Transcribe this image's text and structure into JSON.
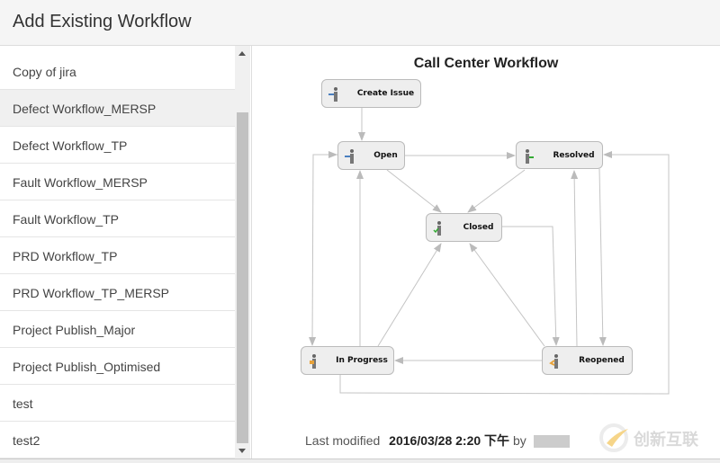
{
  "header": {
    "title": "Add Existing Workflow"
  },
  "workflows": [
    {
      "label": "Copy of jira",
      "selected": false
    },
    {
      "label": "Defect Workflow_MERSP",
      "selected": true
    },
    {
      "label": "Defect Workflow_TP",
      "selected": false
    },
    {
      "label": "Fault Workflow_MERSP",
      "selected": false
    },
    {
      "label": "Fault Workflow_TP",
      "selected": false
    },
    {
      "label": "PRD Workflow_TP",
      "selected": false
    },
    {
      "label": "PRD Workflow_TP_MERSP",
      "selected": false
    },
    {
      "label": "Project Publish_Major",
      "selected": false
    },
    {
      "label": "Project Publish_Optimised",
      "selected": false
    },
    {
      "label": "test",
      "selected": false
    },
    {
      "label": "test2",
      "selected": false
    }
  ],
  "diagram": {
    "title": "Call Center Workflow",
    "nodes": {
      "create": "Create Issue",
      "open": "Open",
      "resolved": "Resolved",
      "closed": "Closed",
      "inprogress": "In Progress",
      "reopened": "Reopened"
    }
  },
  "footer": {
    "label": "Last modified",
    "date": "2016/03/28 2:20 下午",
    "by": "by"
  },
  "watermark": "创新互联"
}
